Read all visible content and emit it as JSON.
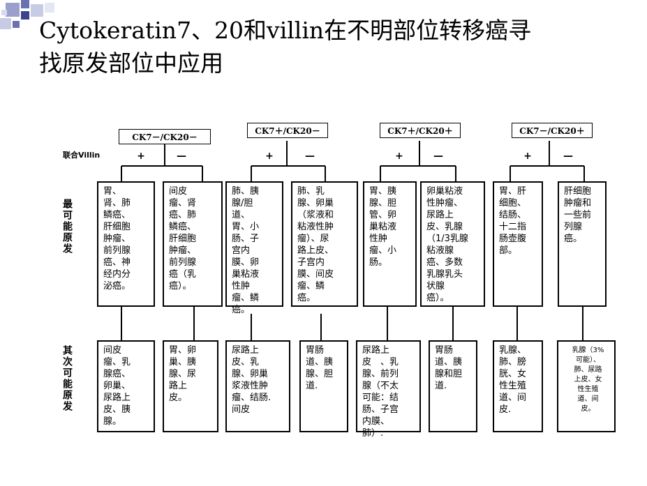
{
  "title": "Cytokeratin7、20和villin在不明部位转移癌寻\n找原发部位中应用",
  "villin_label": "联合Villin",
  "side_labels": {
    "top": "最可能原发",
    "bottom": "其次可能原发"
  },
  "groups": [
    {
      "header": "CK7－/CK20－",
      "plus_sign": "+",
      "minus_sign": "—",
      "plus_likely": "胃、\n肾、肺\n鳞癌、\n肝细胞\n肿瘤、\n前列腺\n癌、神\n经内分\n泌癌。",
      "minus_likely": "间皮\n瘤、肾\n癌、肺\n鳞癌、\n肝细胞\n肿瘤、\n前列腺\n癌（乳\n癌）。",
      "plus_other": "间皮\n瘤、乳\n腺癌、\n卵巢、\n尿路上\n皮、胰\n腺。",
      "minus_other": "胃、卵\n巢、胰\n腺、尿\n路上\n皮。"
    },
    {
      "header": "CK7＋/CK20－",
      "plus_sign": "+",
      "minus_sign": "—",
      "plus_likely": "肺、胰\n腺/胆\n道、\n胃、小\n肠、子\n宫内\n膜、卵\n巢粘液\n性肿\n瘤、鳞\n癌。",
      "minus_likely": "肺、乳\n腺、卵巢\n（浆液和\n粘液性肿\n瘤）、尿\n路上皮、\n子宫内\n膜、间皮\n瘤、鳞\n癌。",
      "plus_other": "尿路上\n皮、乳\n腺、卵巢\n浆液性肿\n瘤、结肠.\n间皮",
      "minus_other": "胃肠\n道、胰\n腺、胆\n道."
    },
    {
      "header": "CK7＋/CK20＋",
      "plus_sign": "+",
      "minus_sign": "—",
      "plus_likely": "胃、胰\n腺、胆\n管、卵\n巢粘液\n性肿\n瘤、小\n肠。",
      "minus_likely": "卵巢粘液\n性肿瘤、\n尿路上\n皮、乳腺\n（1/3乳腺\n粘液腺\n癌、多数\n乳腺乳头\n状腺\n癌）。",
      "plus_other": "尿路上\n皮　、乳\n腺、前列\n腺（不太\n可能：结\n肠、子宫\n内膜、\n肺）.",
      "minus_other": "胃肠\n道、胰\n腺和胆\n道."
    },
    {
      "header": "CK7－/CK20＋",
      "plus_sign": "+",
      "minus_sign": "—",
      "plus_likely": "胃、肝\n细胞、\n结肠、\n十二指\n肠壶腹\n部。",
      "minus_likely": "肝细胞\n肿瘤和\n一些前\n列腺\n癌。",
      "plus_other": "乳腺、\n肺、膀\n胱、女\n性生殖\n道、间\n皮.",
      "minus_other": "乳腺（3%\n可能）、\n肺、尿路\n上皮、女\n性生殖\n道、间\n皮。"
    }
  ]
}
